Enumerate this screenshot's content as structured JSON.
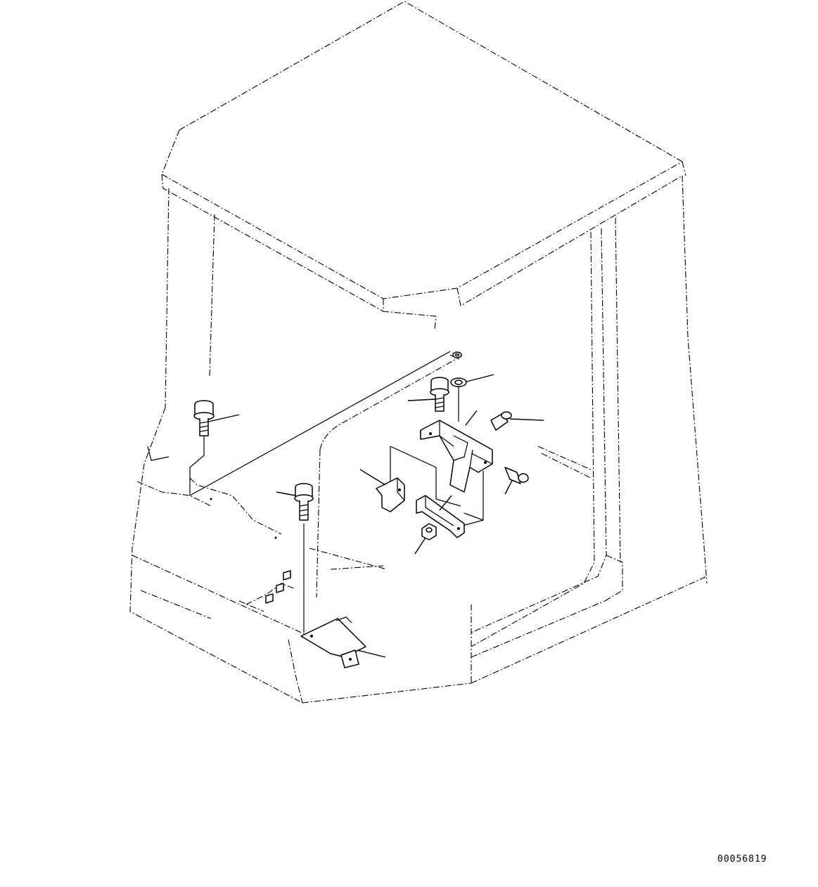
{
  "drawing": {
    "type": "exploded parts diagram",
    "drawing_number": "00056819",
    "colors": {
      "line": "#000000",
      "background": "#ffffff"
    },
    "parts": [
      {
        "id": "bolt-left",
        "kind": "flange bolt"
      },
      {
        "id": "bolt-upper-center",
        "kind": "flange bolt"
      },
      {
        "id": "bolt-lower-center",
        "kind": "flange bolt"
      },
      {
        "id": "washer-top",
        "kind": "washer"
      },
      {
        "id": "main-bracket",
        "kind": "bracket"
      },
      {
        "id": "switch-upper",
        "kind": "switch / sensor"
      },
      {
        "id": "switch-lower",
        "kind": "switch / sensor"
      },
      {
        "id": "small-bracket",
        "kind": "bracket"
      },
      {
        "id": "channel-bracket",
        "kind": "bracket"
      },
      {
        "id": "nut",
        "kind": "nut"
      },
      {
        "id": "floor-plate",
        "kind": "plate"
      }
    ]
  }
}
